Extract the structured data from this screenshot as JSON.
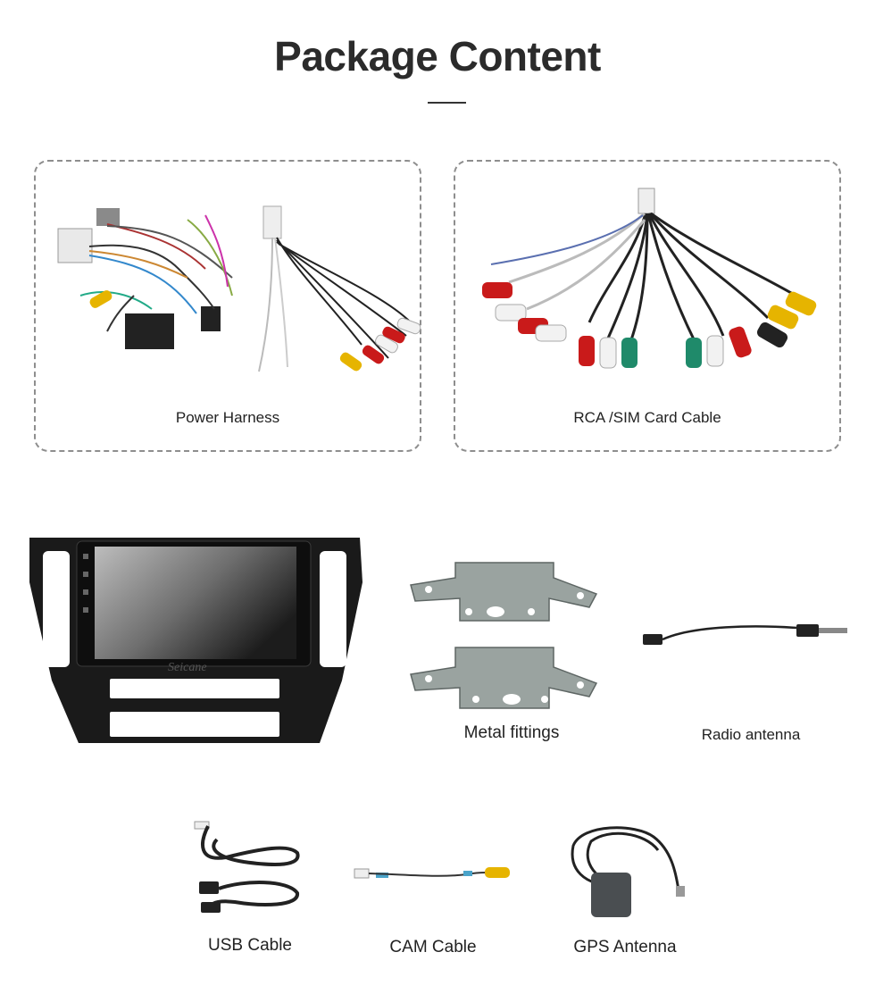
{
  "header": {
    "title": "Package Content"
  },
  "items": {
    "power_harness": "Power Harness",
    "rca_sim_cable": "RCA /SIM Card Cable",
    "metal_fittings": "Metal fittings",
    "radio_antenna": "Radio antenna",
    "usb_cable": "USB Cable",
    "cam_cable": "CAM Cable",
    "gps_antenna": "GPS Antenna"
  },
  "product": {
    "brand": "Seicane"
  },
  "colors": {
    "title": "#2b2b2b",
    "box_border": "#8e8e8e",
    "rca_red": "#c91a1a",
    "rca_white": "#f2f2f2",
    "rca_yellow": "#e6b400",
    "rca_green": "#1f8a6a",
    "bracket": "#9aa3a0",
    "frame": "#1a1a1a"
  }
}
